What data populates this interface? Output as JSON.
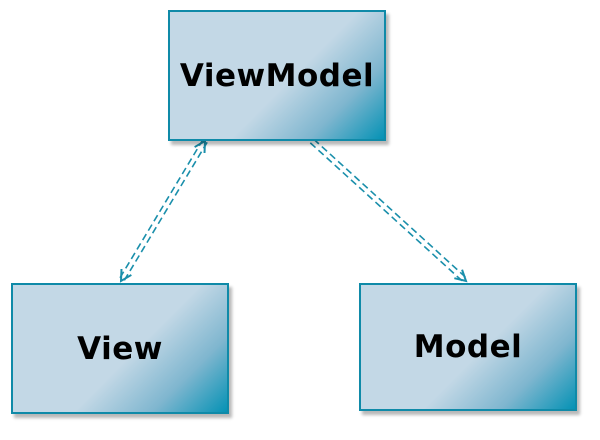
{
  "diagram": {
    "nodes": [
      {
        "id": "viewmodel",
        "label": "ViewModel"
      },
      {
        "id": "view",
        "label": "View"
      },
      {
        "id": "model",
        "label": "Model"
      }
    ],
    "edges": [
      {
        "from": "viewmodel",
        "to": "view",
        "style": "double-dashed",
        "arrows": "both"
      },
      {
        "from": "viewmodel",
        "to": "model",
        "style": "double-dashed",
        "arrows": "end"
      }
    ]
  },
  "colors": {
    "box_fill_light": "#c3d8e6",
    "box_fill_dark": "#0592b5",
    "border": "#0f8aa8",
    "connector": "#1a8fab",
    "text": "#000000"
  }
}
